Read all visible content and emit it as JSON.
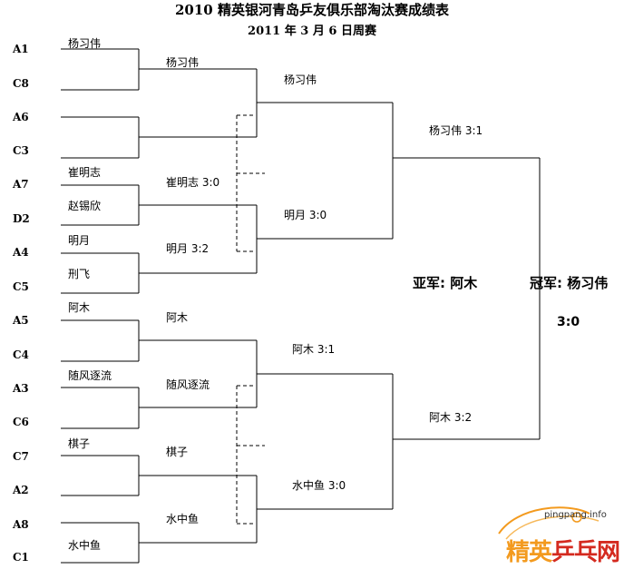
{
  "title": "2010 精英银河青岛乒友俱乐部淘汰赛成绩表",
  "subtitle": "2011 年 3 月 6 日周赛",
  "seeds": [
    "A1",
    "C8",
    "A6",
    "C3",
    "A7",
    "D2",
    "A4",
    "C5",
    "A5",
    "C4",
    "A3",
    "C6",
    "C7",
    "A2",
    "A8",
    "C1"
  ],
  "round1": [
    "杨习伟",
    "",
    "",
    "",
    "崔明志",
    "赵锡欣",
    "明月",
    "刑飞",
    "阿木",
    "",
    "随风逐流",
    "",
    "棋子",
    "",
    "",
    "水中鱼"
  ],
  "round2": [
    "杨习伟",
    "崔明志 3:0",
    "明月 3:2",
    "阿木",
    "随风逐流",
    "棋子",
    "水中鱼"
  ],
  "round3": [
    "杨习伟",
    "明月 3:0",
    "阿木 3:1",
    "水中鱼 3:0"
  ],
  "round4": [
    "杨习伟 3:1",
    "阿木 3:2"
  ],
  "runner_up": "亚军:  阿木",
  "champion": "冠军:  杨习伟",
  "final_score": "3:0",
  "logo": {
    "url": "pingpang.info",
    "text_part1": "精英",
    "text_part2": "乒乓网",
    "color_orange": "#f39a1e",
    "color_red": "#d42a1f"
  }
}
